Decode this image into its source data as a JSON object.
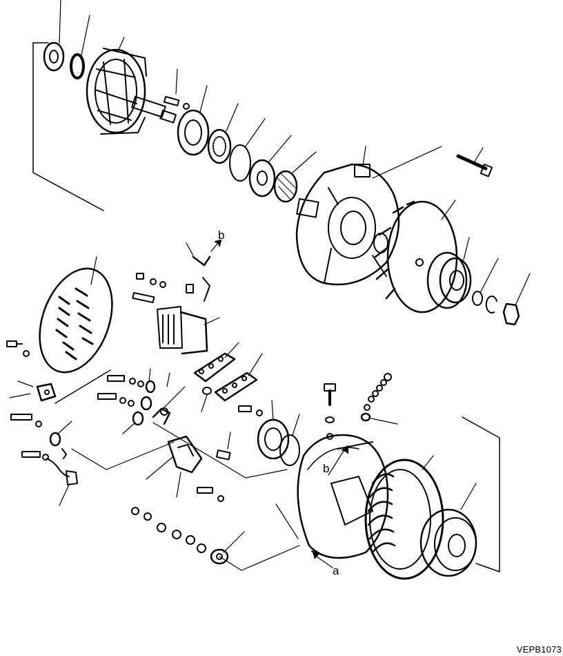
{
  "figure": {
    "code": "VEPB1073",
    "callouts": {
      "a": "a",
      "b": "b"
    }
  },
  "colors": {
    "ink": "#000000",
    "paper": "#ffffff"
  }
}
